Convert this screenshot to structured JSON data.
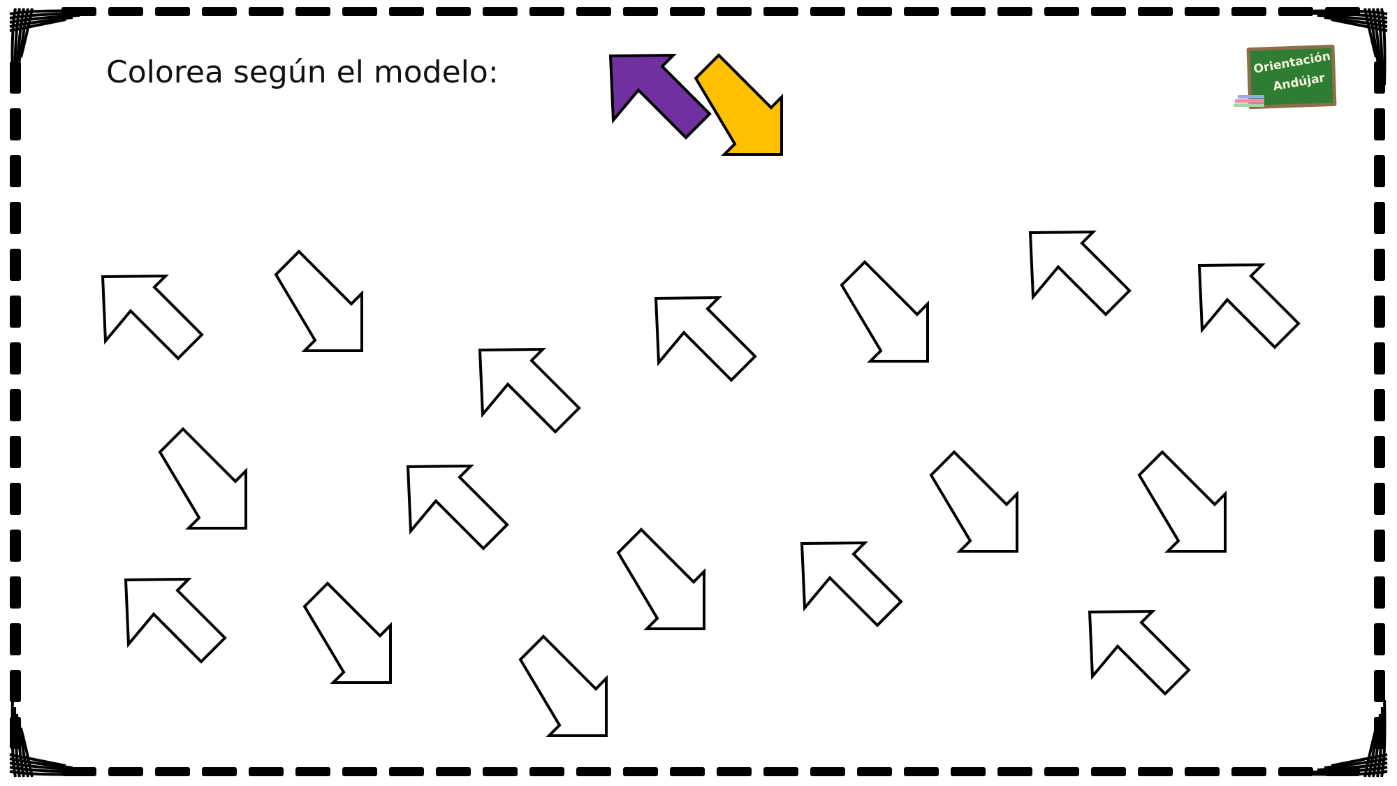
{
  "worksheet": {
    "instruction": "Colorea según el modelo:",
    "logo": {
      "line1": "Orientación",
      "line2": "Andújar",
      "board_color": "#2e7d32",
      "frame_color": "#8d6e4a"
    },
    "model": [
      {
        "direction": "up-left",
        "color": "#7030a0"
      },
      {
        "direction": "down-right",
        "color": "#ffc000"
      }
    ],
    "arrows": [
      "up-left",
      "down-right",
      "up-left",
      "up-left",
      "down-right",
      "up-left",
      "up-left",
      "down-right",
      "up-left",
      "down-right",
      "down-right",
      "up-left",
      "down-right",
      "down-right",
      "up-left",
      "down-right",
      "up-left"
    ],
    "colors": {
      "outline": "#000000",
      "fill_empty": "#ffffff",
      "border": "#000000"
    }
  }
}
